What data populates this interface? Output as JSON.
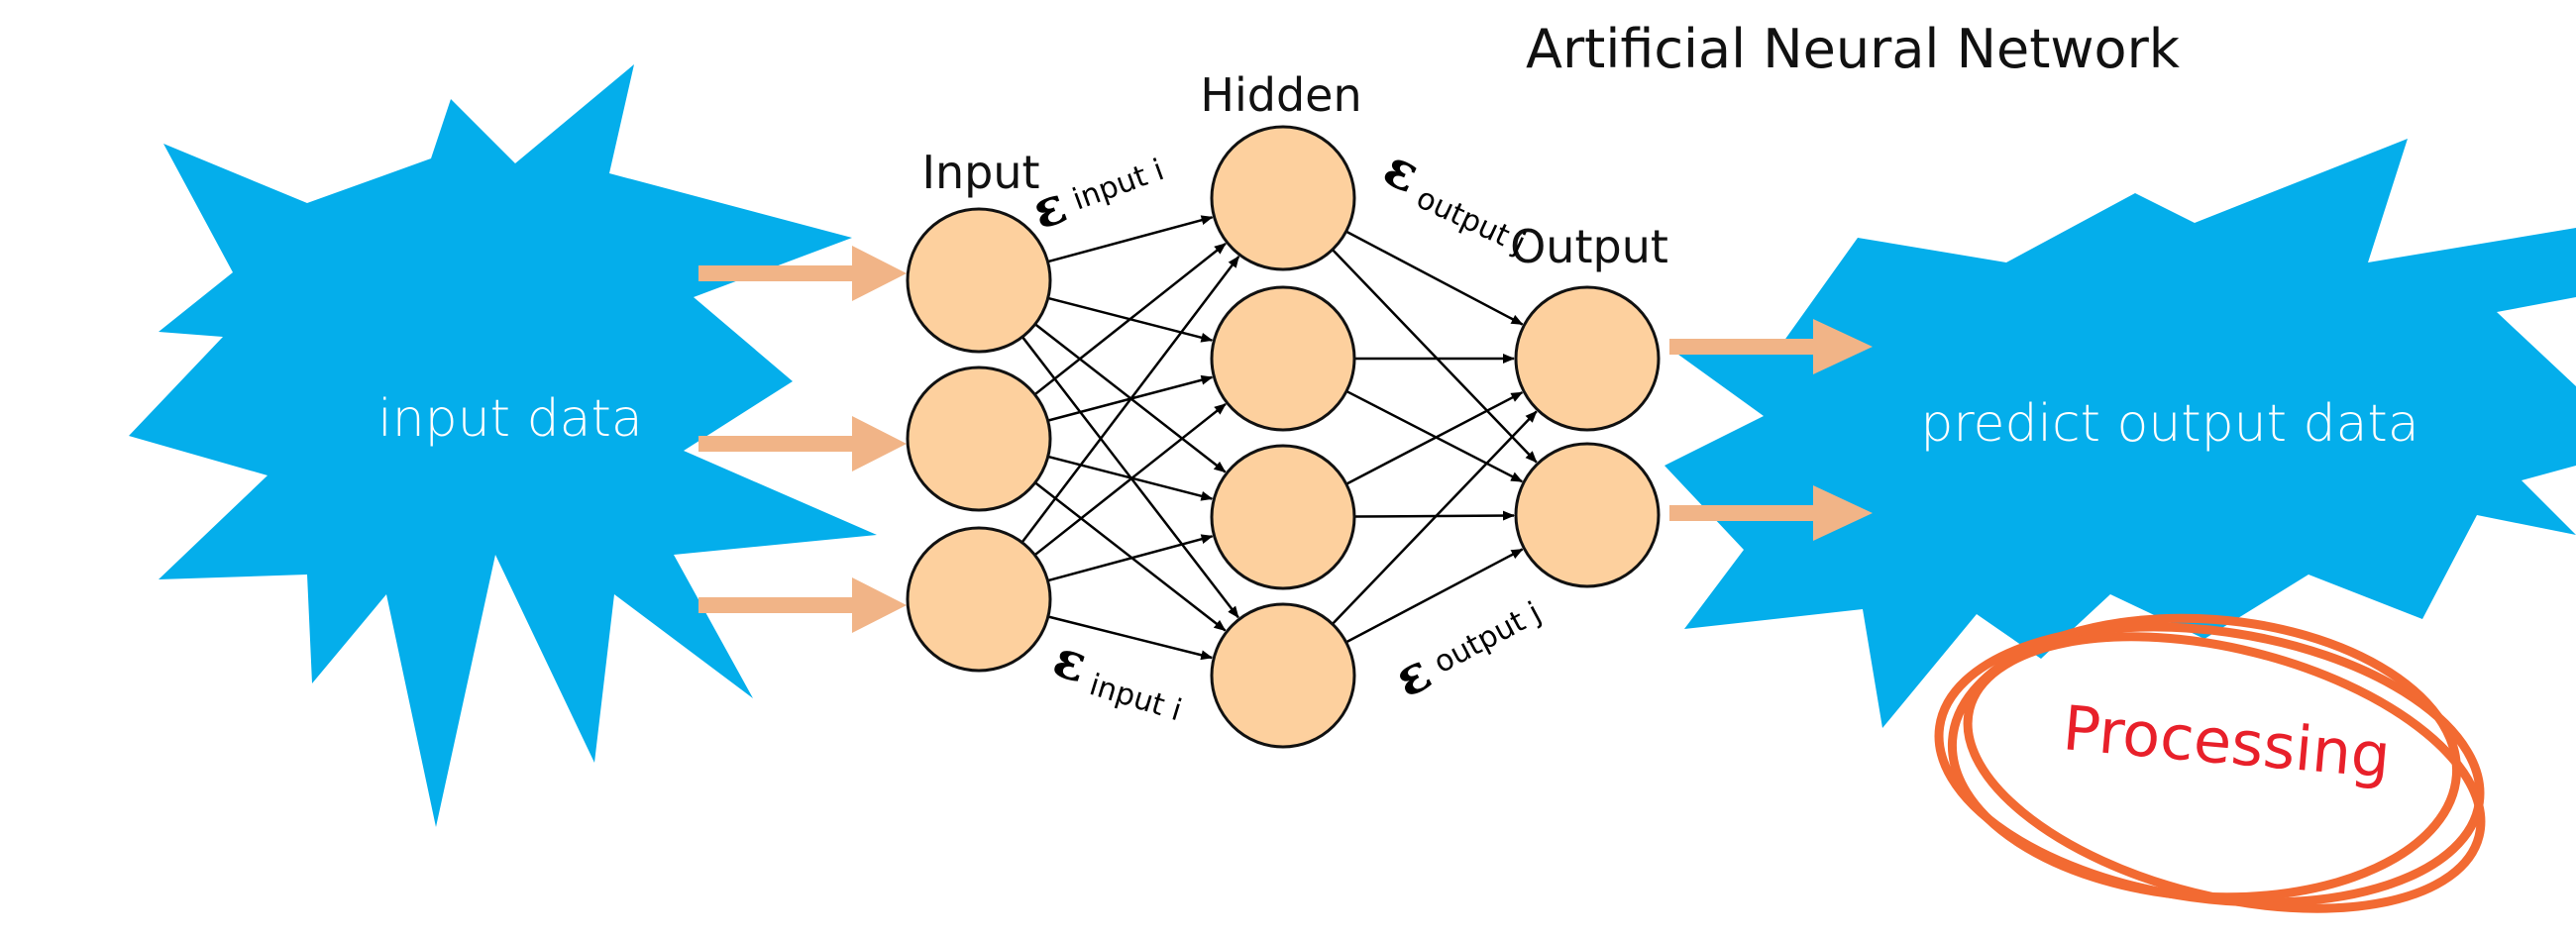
{
  "title": "Artificial Neural Network",
  "layers": {
    "input": {
      "label": "Input",
      "node_count": 3
    },
    "hidden": {
      "label": "Hidden",
      "node_count": 4
    },
    "output": {
      "label": "Output",
      "node_count": 2
    }
  },
  "input_blob": {
    "label": "input data"
  },
  "output_blob": {
    "label": "predict output data"
  },
  "annotations": {
    "epsilon_symbol": "ε",
    "input_sub": "input i",
    "output_sub": "output j"
  },
  "processing": {
    "label": "Processing"
  },
  "colors": {
    "blob": "#04aeeb",
    "node_fill": "#fdd09e",
    "feed_arrow": "#f1b487",
    "processing_circle": "#f26a32",
    "processing_text": "#e8202a",
    "title": "#111111"
  }
}
